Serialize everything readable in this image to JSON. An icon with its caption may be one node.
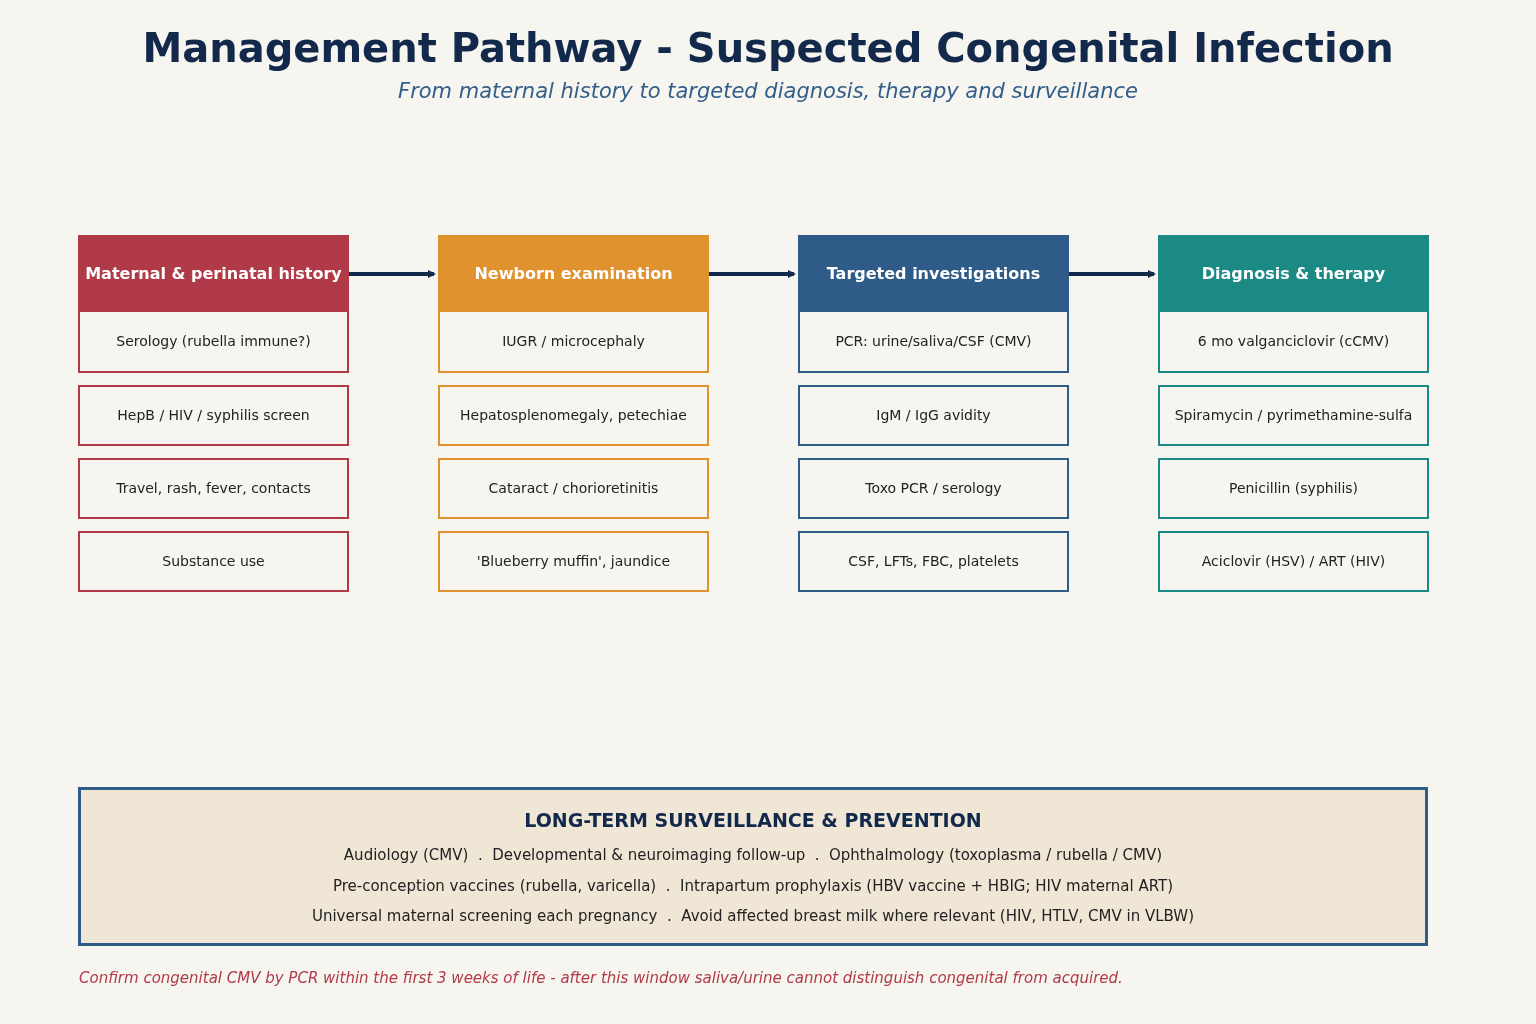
{
  "diagram": {
    "title": "Management Pathway - Suspected Congenital Infection",
    "nodes": [
      {
        "text": [
          "Maternal & perinatal history"
        ]
      },
      {
        "text": [
          "Serology (rubella immune?)"
        ]
      },
      {
        "text": [
          "HepB / HIV / syphilis screen"
        ]
      },
      {
        "text": [
          "Travel, rash, fever, contacts"
        ]
      },
      {
        "text": [
          "Substance use"
        ]
      },
      {
        "text": [
          "Newborn examination"
        ]
      },
      {
        "text": [
          "IUGR / microcephaly"
        ]
      },
      {
        "text": [
          "Hepatosplenomegaly, petechiae"
        ]
      },
      {
        "text": [
          "Cataract / chorioretinitis"
        ]
      },
      {
        "text": [
          "'Blueberry muffin', jaundice"
        ]
      },
      {
        "text": [
          "Targeted investigations"
        ]
      },
      {
        "text": [
          "PCR: urine/saliva/CSF (CMV)"
        ]
      },
      {
        "text": [
          "IgM / IgG avidity"
        ]
      },
      {
        "text": [
          "Toxo PCR / serology"
        ]
      },
      {
        "text": [
          "CSF, LFTs, FBC, platelets"
        ]
      },
      {
        "text": [
          "Diagnosis & therapy"
        ]
      },
      {
        "text": [
          "6 mo valganciclovir (cCMV)"
        ]
      },
      {
        "text": [
          "Spiramycin / pyrimethamine-sulfa"
        ]
      },
      {
        "text": [
          "Penicillin (syphilis)"
        ]
      },
      {
        "text": [
          "Aciclovir (HSV) / ART (HIV)"
        ]
      },
      {
        "text": [
          "LONG-TERM SURVEILLANCE & PREVENTION",
          "Audiology (CMV)  .  Developmental & neuroimaging follow-up  .  Ophthalmology (toxoplasma / rubella / CMV)",
          "Pre-conception vaccines (rubella, varicella)  .  Intrapartum prophylaxis (HBV vaccine + HBIG; HIV maternal ART)",
          "Universal maternal screening each pregnancy  .  Avoid affected breast milk where relevant (HIV, HTLV, CMV in VLBW)"
        ]
      }
    ],
    "edges": [
      {
        "from": 0,
        "to": 5,
        "arrow": "to"
      },
      {
        "from": 5,
        "to": 10,
        "arrow": "to"
      },
      {
        "from": 10,
        "to": 15,
        "arrow": "to"
      }
    ],
    "labels": [
      "From maternal history to targeted diagnosis, therapy and surveillance",
      "Confirm congenital CMV by PCR within the first 3 weeks of life - after this window saliva/urine cannot distinguish congenital from acquired."
    ]
  }
}
